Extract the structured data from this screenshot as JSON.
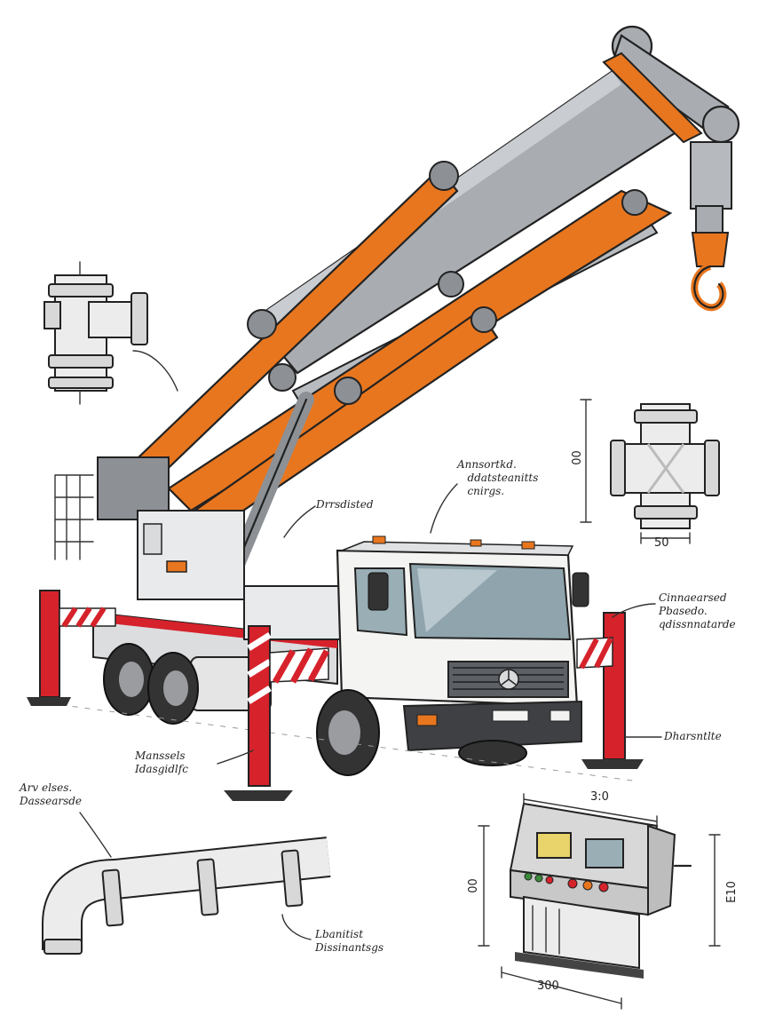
{
  "colors": {
    "boom_orange": "#e8761e",
    "boom_gray": "#a9adb2",
    "stripe_red": "#d6222b",
    "truck_white": "#f4f4f2",
    "ink": "#222222",
    "screen_yellow": "#e8d46a"
  },
  "dimensions": {
    "valve_height": "00",
    "valve_width": "50",
    "console_top": "3:0",
    "console_left": "00",
    "console_right": "E10",
    "console_bottom": "300"
  },
  "annotations": {
    "cab_callout": "Annsortkd.\n   ddatsteanitts\n   cnirgs.",
    "ram_callout": "Drrsdisted",
    "outrigger_callout": "Cinnaearsed\nPbasedo.\nqdissnnatarde",
    "foot_callout": "Dharsntlte",
    "chassis_callout": "Manssels\nIdasgidlfc",
    "pipe_callout": "Arv elses.\nDassearsde",
    "elbow_callout": "Lbanitist\nDissinantsgs"
  }
}
